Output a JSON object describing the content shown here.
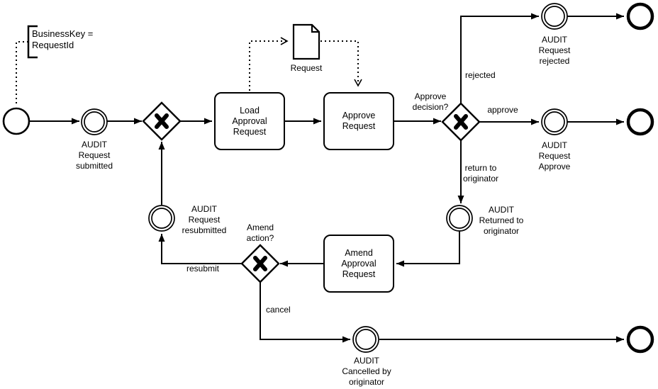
{
  "colors": {
    "stroke": "#000000",
    "fill": "#ffffff",
    "background": "#ffffff"
  },
  "icons": {
    "service_task": "gear-icon",
    "user_task": "person-icon",
    "xor_gateway": "x-mark",
    "data_object": "document-shape"
  },
  "annotation": {
    "text": "BusinessKey =\nRequestId"
  },
  "events": {
    "start": {
      "label": ""
    },
    "submitted": {
      "label": "AUDIT\nRequest\nsubmitted"
    },
    "rejected": {
      "label": "AUDIT\nRequest\nrejected"
    },
    "approved": {
      "label": "AUDIT\nRequest\nApprove"
    },
    "returned": {
      "label": "AUDIT\nReturned to\noriginator"
    },
    "resubmitted": {
      "label": "AUDIT\nRequest\nresubmitted"
    },
    "cancelled": {
      "label": "AUDIT\nCancelled by\noriginator"
    }
  },
  "tasks": {
    "load": {
      "label": "Load\nApproval\nRequest",
      "type": "service"
    },
    "approve": {
      "label": "Approve\nRequest",
      "type": "user"
    },
    "amend": {
      "label": "Amend\nApproval\nRequest",
      "type": "user"
    }
  },
  "gateways": {
    "merge": {
      "label": ""
    },
    "approve_decision": {
      "label": "Approve\ndecision?"
    },
    "amend_action": {
      "label": "Amend\naction?"
    }
  },
  "data_objects": {
    "request": {
      "label": "Request"
    }
  },
  "flow_labels": {
    "rejected": "rejected",
    "approve": "approve",
    "return_to_originator": "return to\noriginator",
    "resubmit": "resubmit",
    "cancel": "cancel"
  }
}
